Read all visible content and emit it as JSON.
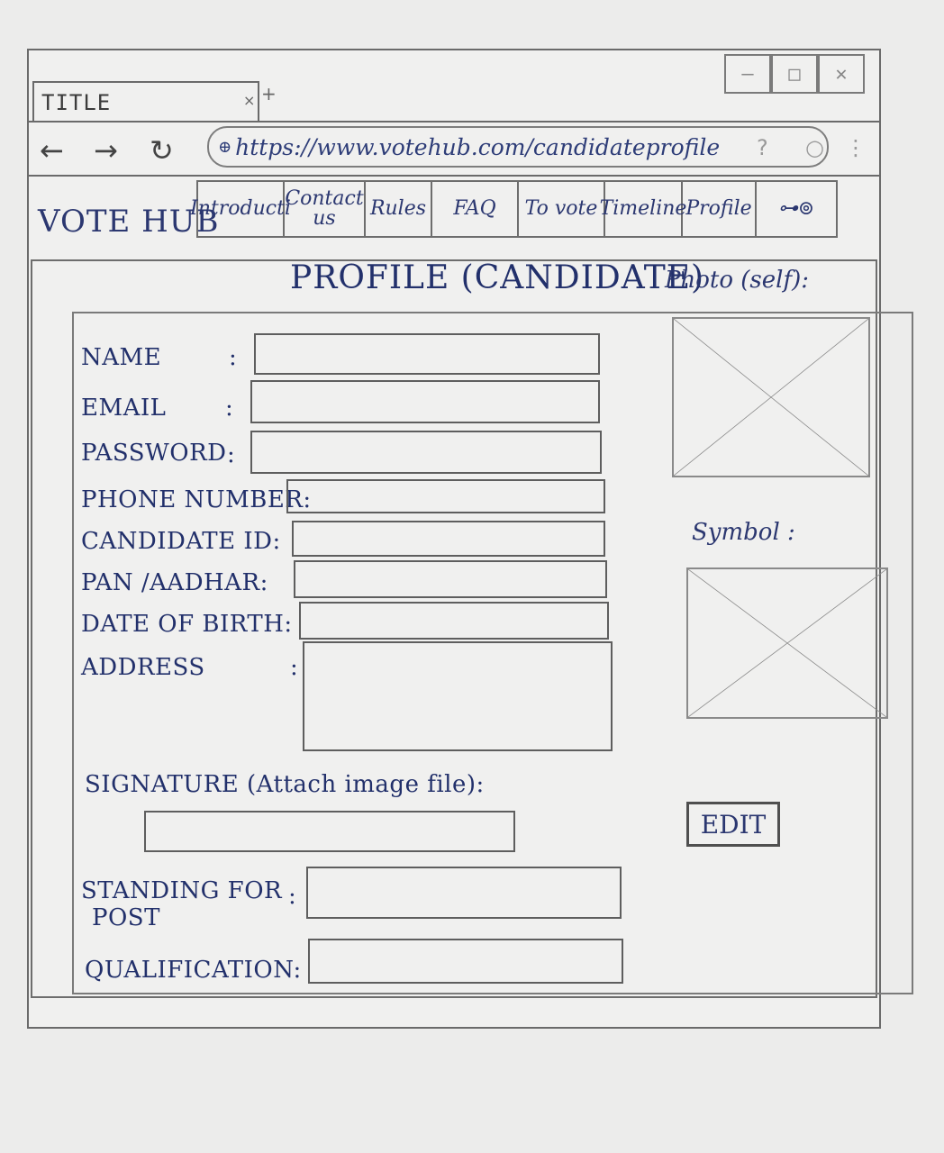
{
  "window": {
    "min_glyph": "–",
    "max_glyph": "□",
    "close_glyph": "✕"
  },
  "tab": {
    "title": "TITLE",
    "close_glyph": "×",
    "new_glyph": "+"
  },
  "toolbar": {
    "back_glyph": "←",
    "forward_glyph": "→",
    "reload_glyph": "↻",
    "url": "https://www.votehub.com/candidateprofile",
    "lock_glyph": "⊕",
    "extra1": "?",
    "extra2": "○",
    "extra3": "⋮"
  },
  "brand": "VOTE HUB",
  "menu": {
    "items": [
      "Introducti",
      "Contact us",
      "Rules",
      "FAQ",
      "To vote",
      "Timeline",
      "Profile",
      "⊶⊚"
    ]
  },
  "page": {
    "title": "PROFILE (CANDIDATE)",
    "photo_label": "Photo (self):",
    "symbol_label": "Symbol :",
    "edit_label": "EDIT"
  },
  "form": {
    "name_label": "NAME",
    "email_label": "EMAIL",
    "password_label": "PASSWORD",
    "phone_label": "PHONE NUMBER:",
    "candidate_id_label": "CANDIDATE ID:",
    "pan_label": "PAN /AADHAR:",
    "dob_label": "DATE OF BIRTH:",
    "address_label": "ADDRESS",
    "signature_label": "SIGNATURE (Attach image file):",
    "standing_label_1": "STANDING FOR",
    "standing_label_2": "POST",
    "qualification_label": "QUALIFICATION:",
    "colon": ":"
  }
}
